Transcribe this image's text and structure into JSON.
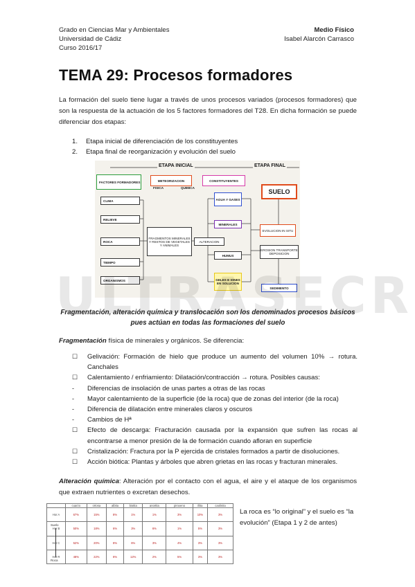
{
  "header": {
    "left": [
      "Grado en Ciencias Mar y Ambientales",
      "Universidad de Cádiz",
      "Curso 2016/17"
    ],
    "right_title": "Medio Físico",
    "right_author": "Isabel Alarcón Carrasco"
  },
  "title": "TEMA 29: Procesos formadores",
  "intro": "La formación del suelo tiene lugar a través de unos procesos variados (procesos formadores) que son la respuesta de la actuación de los 5 factores formadores del T28. En dicha formación se puede diferenciar dos etapas:",
  "stages": [
    {
      "num": "1.",
      "text": "Etapa inicial de diferenciación de los constituyentes"
    },
    {
      "num": "2.",
      "text": "Etapa final de reorganización y evolución del suelo"
    }
  ],
  "diagram": {
    "etapa_inicial": "ETAPA INICIAL",
    "etapa_final": "ETAPA FINAL",
    "factores": "FACTORES FORMADORES",
    "meteorizacion": "METEORIZACION",
    "fisica": "FISICA",
    "quimica": "QUIMICA",
    "constituyentes": "CONSTITUYENTES",
    "factors": [
      "CLIMA",
      "RELIEVE",
      "ROCA",
      "TIEMPO",
      "ORGANISMOS"
    ],
    "fragmentos": "FRAGMENTOS MINERALES Y RESTOS DE VEGETALES Y ANIMALES",
    "alteracion": "ALTERACION",
    "agua": "AGUA Y GASES",
    "minerales": "MINERALES",
    "humus": "HUMUS",
    "geles": "GELES E IONES EN SOLUCION",
    "suelo": "SUELO",
    "evolucion": "EVOLUCION IN SITU",
    "erosion": "EROSION TRANSPORTE DEPOSICION",
    "sedimento": "SEDIMENTO"
  },
  "watermark": "ULTRASECRETO",
  "caption": "Fragmentación, alteración química y translocación son los denominados procesos  básicos pues actúan en todas las formaciones del suelo",
  "fragmentacion": {
    "lead": "Fragmentación",
    "rest": " física de minerales y orgánicos. Se diferencia:"
  },
  "bullets": [
    {
      "mark": "☐",
      "text": "Gelivación: Formación de hielo que produce un aumento del volumen 10% → rotura. Canchales"
    },
    {
      "mark": "☐",
      "text": "Calentamiento / enfriamiento: Dilatación/contracción → rotura. Posibles causas:"
    },
    {
      "mark": "-",
      "text": "Diferencias de insolación de unas partes a otras de las rocas"
    },
    {
      "mark": "-",
      "text": "Mayor calentamiento de la superficie (de la roca) que de zonas del interior (de la roca)"
    },
    {
      "mark": "-",
      "text": "Diferencia de dilatación entre minerales claros y oscuros"
    },
    {
      "mark": "-",
      "text": "Cambios de Hª"
    },
    {
      "mark": "☐",
      "text": "Efecto de descarga: Fracturación causada por la expansión que sufren las rocas al encontrarse a menor presión de la de formación cuando afloran en superficie"
    },
    {
      "mark": "☐",
      "text": " Cristalización: Fractura por la P ejercida de cristales formados a partir de disoluciones."
    },
    {
      "mark": "☐",
      "text": "Acción biótica: Plantas y árboles que abren grietas en las rocas y fracturan minerales."
    }
  ],
  "alteracion": {
    "lead": "Alteración química",
    "rest": ": Alteración por el contacto con el agua, el aire y el ataque de los organismos que extraen nutrientes o excretan desechos."
  },
  "table": {
    "columns": [
      "",
      "cuarzo",
      "ortosa",
      "albita",
      "biotita",
      "anortita",
      "piroxeno",
      "illita",
      "caolinita"
    ],
    "rows": [
      {
        "label": "Hor A",
        "values": [
          "67%",
          "15%",
          "8%",
          "1%",
          "1%",
          "3%",
          "10%",
          "3%"
        ]
      },
      {
        "label": "Hor B",
        "values": [
          "50%",
          "18%",
          "6%",
          "3%",
          "6%",
          "1%",
          "5%",
          "3%"
        ]
      },
      {
        "label": "Hor C",
        "values": [
          "52%",
          "20%",
          "8%",
          "6%",
          "3%",
          "4%",
          "3%",
          "3%"
        ]
      },
      {
        "label": "Hor R",
        "values": [
          "48%",
          "22%",
          "8%",
          "12%",
          "2%",
          "5%",
          "3%",
          "3%"
        ]
      }
    ],
    "axis_top": "Suelo",
    "axis_bottom": "Roca"
  },
  "sidenote": "La roca es “lo original” y el suelo es “la evolución” (Etapa 1 y 2 de antes)"
}
